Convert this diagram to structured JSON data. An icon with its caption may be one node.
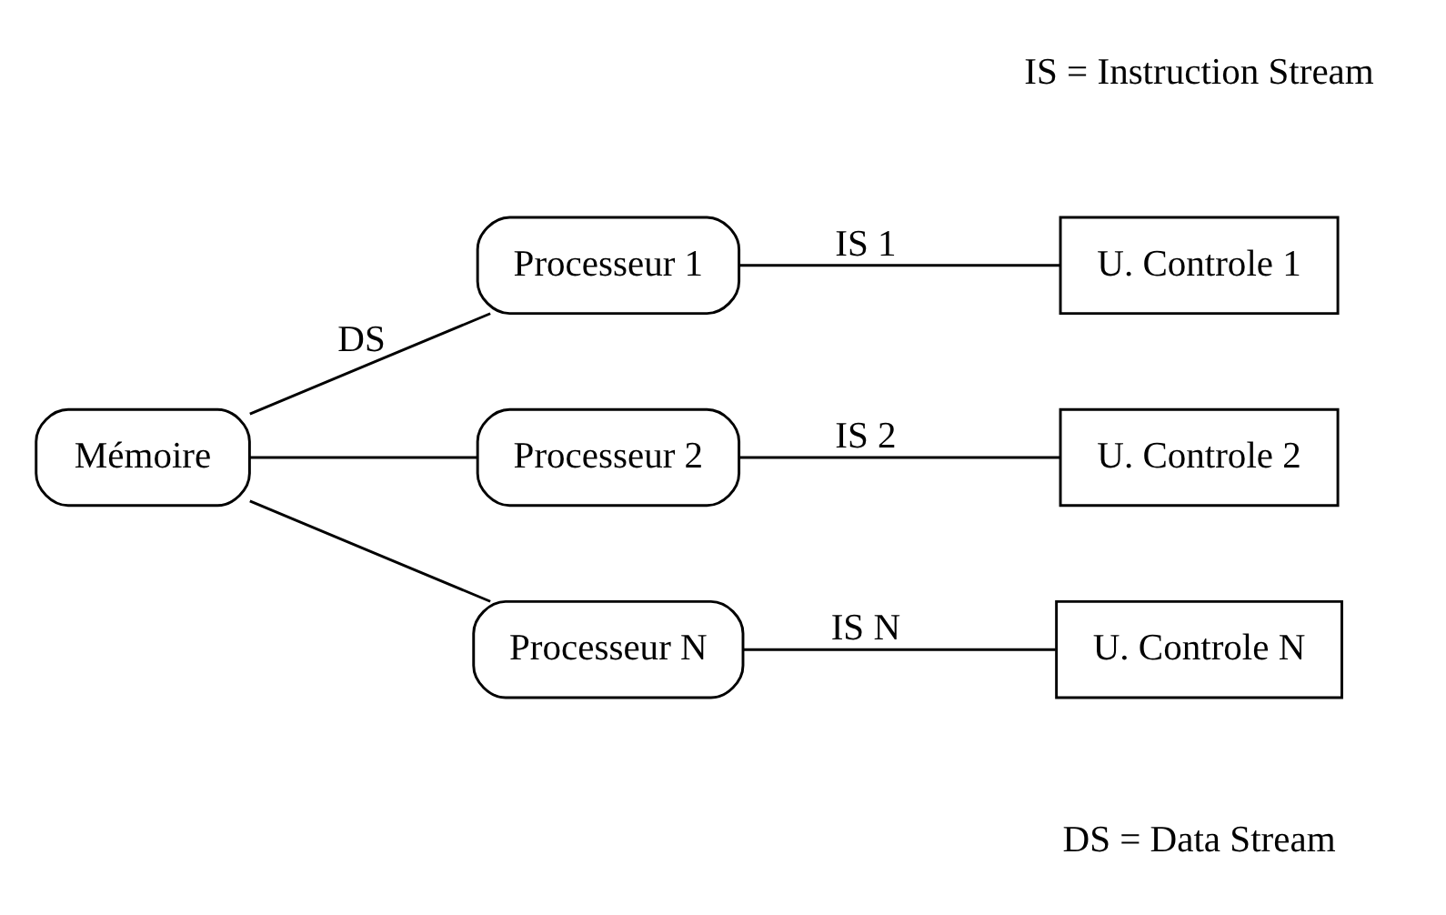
{
  "diagram": {
    "nodes": [
      {
        "text": [
          "Mémoire"
        ]
      },
      {
        "text": [
          "Processeur 1"
        ]
      },
      {
        "text": [
          "Processeur 2"
        ]
      },
      {
        "text": [
          "Processeur N"
        ]
      },
      {
        "text": [
          "U. Controle 1"
        ]
      },
      {
        "text": [
          "U. Controle 2"
        ]
      },
      {
        "text": [
          "U. Controle N"
        ]
      }
    ],
    "edges": [
      {
        "from": 0,
        "to": 1,
        "arrow": "none",
        "label": "DS"
      },
      {
        "from": 0,
        "to": 2,
        "arrow": "none"
      },
      {
        "from": 0,
        "to": 3,
        "arrow": "none"
      },
      {
        "from": 1,
        "to": 4,
        "arrow": "none",
        "label": "IS 1"
      },
      {
        "from": 2,
        "to": 5,
        "arrow": "none",
        "label": "IS 2"
      },
      {
        "from": 3,
        "to": 6,
        "arrow": "none",
        "label": "IS N"
      }
    ],
    "labels": [
      "DS = Data Stream",
      "IS = Instruction Stream"
    ]
  }
}
